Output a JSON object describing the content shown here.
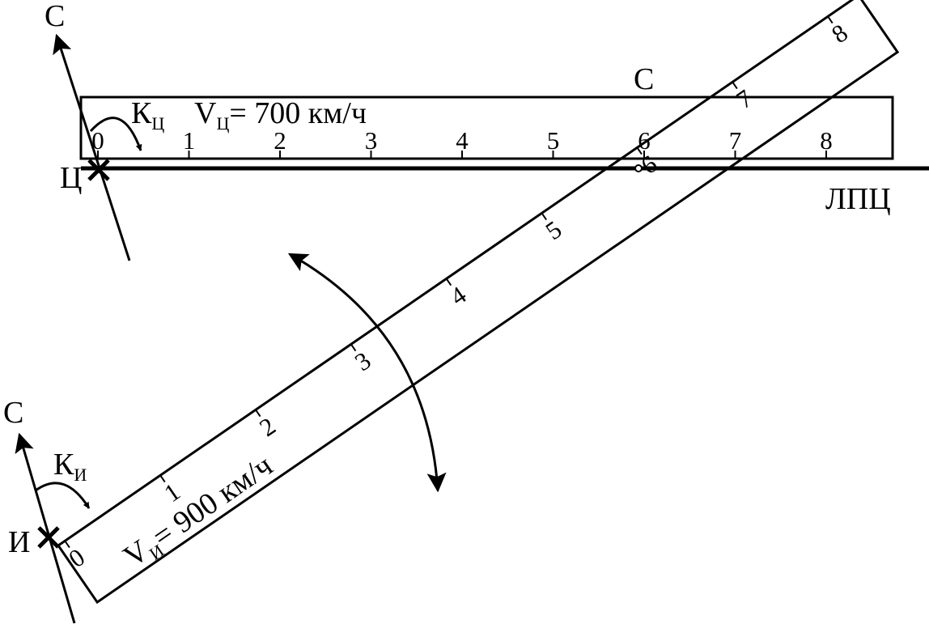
{
  "target": {
    "north_label": "С",
    "point_label": "Ц",
    "course_label": "К",
    "course_sub": "Ц",
    "speed_label": "V",
    "speed_sub": "Ц",
    "speed_value": "= 700 км/ч",
    "ruler_north_label": "С",
    "ticks": [
      "0",
      "1",
      "2",
      "3",
      "4",
      "5",
      "6",
      "7",
      "8"
    ]
  },
  "interceptor": {
    "north_label": "С",
    "point_label": "И",
    "course_label": "К",
    "course_sub": "И",
    "speed_label": "V",
    "speed_sub": "И",
    "speed_value": "= 900 км/ч",
    "ticks": [
      "0",
      "1",
      "2",
      "3",
      "4",
      "5",
      "6",
      "7",
      "8"
    ]
  },
  "line_label": "ЛПЦ",
  "colors": {
    "ink": "#000000",
    "background": "#ffffff"
  }
}
